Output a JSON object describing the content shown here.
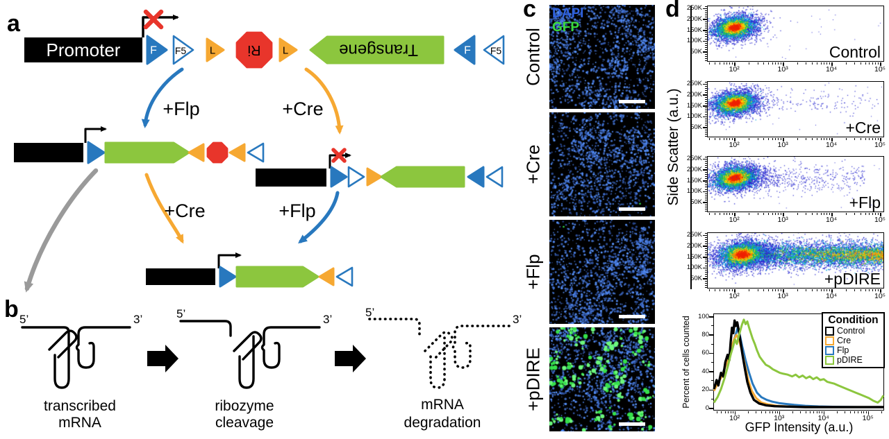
{
  "colors": {
    "flp_blue": "#2878be",
    "cre_orange": "#f6a832",
    "stop_red": "#e8352b",
    "transgene_green": "#8cc63e",
    "inactive_gray": "#9a9a9a",
    "dapi_blue": "#2f62e0",
    "gfp_green": "#3bdb3b"
  },
  "panel_a": {
    "label": "a",
    "promoter": "Promoter",
    "site_f": "F",
    "site_f5": "F5",
    "site_l": "L",
    "ribozyme": "Ri",
    "transgene": "Transgene",
    "flp": "+Flp",
    "cre": "+Cre"
  },
  "panel_b": {
    "label": "b",
    "five_prime": "5’",
    "three_prime": "3’",
    "captions": [
      {
        "line1": "transcribed",
        "line2": "mRNA"
      },
      {
        "line1": "ribozyme",
        "line2": "cleavage"
      },
      {
        "line1": "mRNA",
        "line2": "degradation"
      }
    ]
  },
  "panel_c": {
    "label": "c",
    "stain_dapi": "DAPI",
    "stain_gfp": "GFP",
    "rows": [
      {
        "label": "Control",
        "blue_density": 1500,
        "green_clusters": 0,
        "green_specks": 0
      },
      {
        "label": "+Cre",
        "blue_density": 1450,
        "green_clusters": 0,
        "green_specks": 1
      },
      {
        "label": "+Flp",
        "blue_density": 1500,
        "green_clusters": 0,
        "green_specks": 1
      },
      {
        "label": "+pDIRE",
        "blue_density": 1350,
        "green_clusters": 58,
        "green_specks": 0
      }
    ]
  },
  "panel_d": {
    "label": "d",
    "y_axis_label": "Side Scatter (a.u.)"
  },
  "chart_data": {
    "flow_axis": {
      "x_ticks": [
        "10²",
        "10³",
        "10⁴",
        "10⁵"
      ],
      "y_ticks": [
        "250K",
        "200K",
        "150K",
        "100K",
        "50K"
      ],
      "x_log_range": [
        1.44,
        5.1
      ],
      "y_range": [
        0,
        262000
      ]
    },
    "flow_plots": [
      {
        "type": "density-scatter",
        "label": "Control",
        "population": {
          "core_logx": 2.0,
          "core_logx_sd": 0.21,
          "core_ssc": 162000,
          "core_ssc_sd": 26000,
          "tilt": 25000,
          "tail_frac": 0.004,
          "tail_logx_max": 3.2,
          "tail_pow": 2.0,
          "band": false
        }
      },
      {
        "type": "density-scatter",
        "label": "+Cre",
        "population": {
          "core_logx": 2.0,
          "core_logx_sd": 0.21,
          "core_ssc": 162000,
          "core_ssc_sd": 26000,
          "tilt": 25000,
          "tail_frac": 0.035,
          "tail_logx_max": 5.0,
          "tail_pow": 1.7,
          "band": false
        }
      },
      {
        "type": "density-scatter",
        "label": "+Flp",
        "population": {
          "core_logx": 2.0,
          "core_logx_sd": 0.22,
          "core_ssc": 162000,
          "core_ssc_sd": 27000,
          "tilt": 25000,
          "tail_frac": 0.12,
          "tail_logx_max": 4.7,
          "tail_pow": 2.4,
          "band": false
        }
      },
      {
        "type": "density-scatter",
        "label": "+pDIRE",
        "population": {
          "core_logx": 2.15,
          "core_logx_sd": 0.25,
          "core_ssc": 160000,
          "core_ssc_sd": 30000,
          "tilt": 15000,
          "tail_frac": 0.0,
          "tail_logx_max": 5.35,
          "tail_pow": 1.0,
          "band": true
        }
      }
    ],
    "histogram": {
      "type": "line",
      "x_label": "GFP Intensity (a.u.)",
      "y_label": "Percent of cells counted",
      "legend_title": "Condition",
      "x_ticks": [
        "10²",
        "10³",
        "10⁴",
        "10⁵"
      ],
      "y_ticks": [
        "100",
        "80",
        "60",
        "40",
        "20",
        "0"
      ],
      "x_log_range": [
        1.52,
        5.38
      ],
      "y_range": [
        0,
        100
      ],
      "series": [
        {
          "name": "Control",
          "color": "#000000",
          "points": [
            [
              1.52,
              20
            ],
            [
              1.58,
              30
            ],
            [
              1.62,
              24
            ],
            [
              1.68,
              38
            ],
            [
              1.73,
              34
            ],
            [
              1.78,
              50
            ],
            [
              1.83,
              58
            ],
            [
              1.87,
              52
            ],
            [
              1.9,
              72
            ],
            [
              1.93,
              88
            ],
            [
              1.96,
              82
            ],
            [
              1.99,
              96
            ],
            [
              2.02,
              90
            ],
            [
              2.05,
              94
            ],
            [
              2.08,
              86
            ],
            [
              2.12,
              74
            ],
            [
              2.17,
              58
            ],
            [
              2.22,
              44
            ],
            [
              2.28,
              28
            ],
            [
              2.35,
              16
            ],
            [
              2.43,
              8
            ],
            [
              2.55,
              4
            ],
            [
              2.7,
              2
            ],
            [
              2.9,
              1
            ],
            [
              3.2,
              0.5
            ],
            [
              3.6,
              0
            ],
            [
              5.38,
              0
            ]
          ]
        },
        {
          "name": "Cre",
          "color": "#f6a832",
          "points": [
            [
              1.52,
              18
            ],
            [
              1.6,
              26
            ],
            [
              1.7,
              34
            ],
            [
              1.8,
              48
            ],
            [
              1.9,
              62
            ],
            [
              1.97,
              74
            ],
            [
              2.03,
              80
            ],
            [
              2.08,
              76
            ],
            [
              2.15,
              64
            ],
            [
              2.22,
              48
            ],
            [
              2.3,
              30
            ],
            [
              2.38,
              18
            ],
            [
              2.48,
              10
            ],
            [
              2.6,
              5
            ],
            [
              2.75,
              3
            ],
            [
              2.95,
              1.5
            ],
            [
              3.2,
              0.8
            ],
            [
              3.5,
              0.3
            ],
            [
              4.0,
              0
            ],
            [
              5.38,
              0
            ]
          ]
        },
        {
          "name": "Flp",
          "color": "#2878be",
          "points": [
            [
              1.52,
              19
            ],
            [
              1.62,
              28
            ],
            [
              1.72,
              38
            ],
            [
              1.82,
              50
            ],
            [
              1.92,
              66
            ],
            [
              2.0,
              78
            ],
            [
              2.06,
              88
            ],
            [
              2.1,
              82
            ],
            [
              2.16,
              68
            ],
            [
              2.24,
              52
            ],
            [
              2.32,
              38
            ],
            [
              2.4,
              26
            ],
            [
              2.5,
              16
            ],
            [
              2.6,
              11
            ],
            [
              2.72,
              8
            ],
            [
              2.85,
              6
            ],
            [
              3.0,
              4.5
            ],
            [
              3.15,
              3.5
            ],
            [
              3.35,
              2.5
            ],
            [
              3.6,
              1.5
            ],
            [
              3.9,
              0.8
            ],
            [
              4.3,
              0.3
            ],
            [
              4.8,
              0
            ],
            [
              5.38,
              0
            ]
          ]
        },
        {
          "name": "pDIRE",
          "color": "#8cc63e",
          "points": [
            [
              1.52,
              5
            ],
            [
              1.6,
              11
            ],
            [
              1.68,
              20
            ],
            [
              1.76,
              32
            ],
            [
              1.84,
              46
            ],
            [
              1.9,
              58
            ],
            [
              1.96,
              68
            ],
            [
              2.0,
              75
            ],
            [
              2.04,
              70
            ],
            [
              2.08,
              78
            ],
            [
              2.12,
              85
            ],
            [
              2.16,
              92
            ],
            [
              2.2,
              97
            ],
            [
              2.24,
              92
            ],
            [
              2.28,
              95
            ],
            [
              2.32,
              88
            ],
            [
              2.36,
              82
            ],
            [
              2.4,
              76
            ],
            [
              2.45,
              70
            ],
            [
              2.5,
              63
            ],
            [
              2.56,
              56
            ],
            [
              2.62,
              52
            ],
            [
              2.7,
              47
            ],
            [
              2.78,
              45
            ],
            [
              2.86,
              42
            ],
            [
              2.94,
              40
            ],
            [
              3.02,
              38
            ],
            [
              3.1,
              37
            ],
            [
              3.2,
              36
            ],
            [
              3.3,
              34
            ],
            [
              3.38,
              36
            ],
            [
              3.46,
              33
            ],
            [
              3.54,
              35
            ],
            [
              3.62,
              32
            ],
            [
              3.7,
              34
            ],
            [
              3.78,
              31
            ],
            [
              3.86,
              33
            ],
            [
              3.94,
              30
            ],
            [
              4.02,
              31
            ],
            [
              4.1,
              28
            ],
            [
              4.18,
              27
            ],
            [
              4.26,
              26
            ],
            [
              4.35,
              24
            ],
            [
              4.45,
              22
            ],
            [
              4.55,
              20
            ],
            [
              4.65,
              18
            ],
            [
              4.75,
              16
            ],
            [
              4.85,
              14
            ],
            [
              4.95,
              12
            ],
            [
              5.05,
              10
            ],
            [
              5.15,
              7
            ],
            [
              5.25,
              5
            ],
            [
              5.32,
              8
            ],
            [
              5.38,
              13
            ]
          ]
        }
      ]
    }
  }
}
